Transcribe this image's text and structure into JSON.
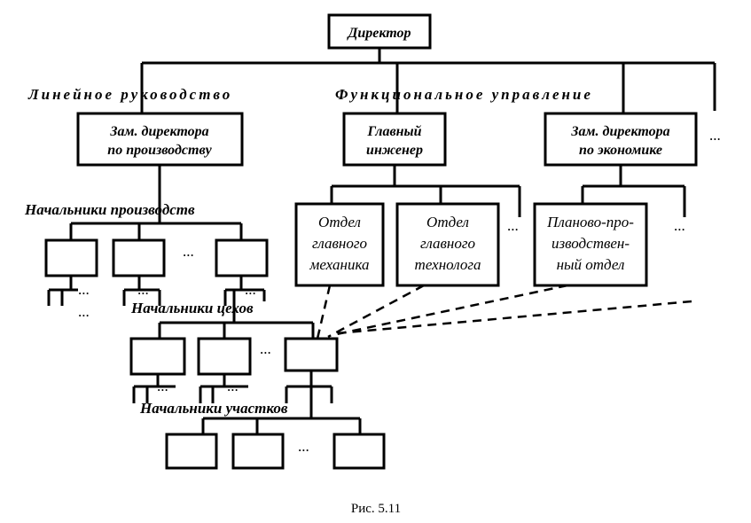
{
  "nodes": {
    "director": "Директор",
    "deputy_production": [
      "Зам. директора",
      "по производству"
    ],
    "chief_engineer": [
      "Главный",
      "инженер"
    ],
    "deputy_economics": [
      "Зам. директора",
      "по экономике"
    ],
    "chief_mechanic_dept": [
      "Отдел",
      "главного",
      "механика"
    ],
    "chief_technologist_dept": [
      "Отдел",
      "главного",
      "технолога"
    ],
    "planning_dept": [
      "Планово-про-",
      "изводствен-",
      "ный отдел"
    ]
  },
  "labels": {
    "line_management": "Линейное руководство",
    "functional_management": "Функциональное управление",
    "production_heads": "Начальники производств",
    "shop_heads": "Начальники цехов",
    "section_heads": "Начальники участков"
  },
  "ellipsis": "...",
  "caption": "Рис. 5.11"
}
